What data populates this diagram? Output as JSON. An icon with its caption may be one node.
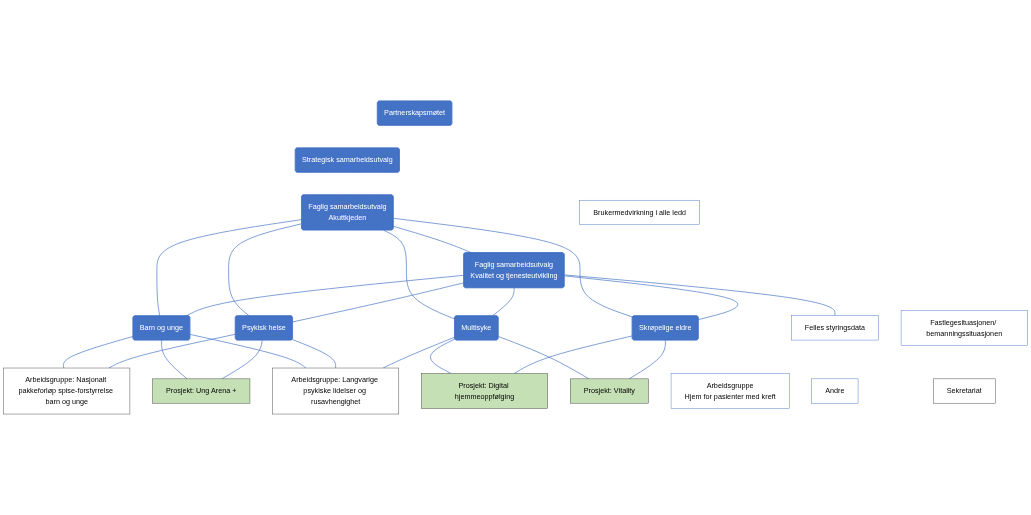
{
  "diagram": {
    "nodes": [
      {
        "text": [
          "Partnerskapsmøtet"
        ]
      },
      {
        "text": [
          "Strategisk samarbeidsutvalg"
        ]
      },
      {
        "text": [
          "Brukermedvirkning i alle ledd"
        ]
      },
      {
        "text": [
          "Faglig samarbeidsutvalg",
          "Akuttkjeden"
        ]
      },
      {
        "text": [
          "Faglig samarbeidsutvalg",
          "Kvalitet og tjenesteutvikling"
        ]
      },
      {
        "text": [
          "Barn og unge"
        ]
      },
      {
        "text": [
          "Psykisk helse"
        ]
      },
      {
        "text": [
          "Multisyke"
        ]
      },
      {
        "text": [
          "Skrøpelige eldre"
        ]
      },
      {
        "text": [
          "Fastlegesituasjonen/ bemanningssituasjonen"
        ]
      },
      {
        "text": [
          "Arbeidsgruppe: Nasjonalt pakkeforløp spise-forstyrrelse barn og unge"
        ]
      },
      {
        "text": [
          "Arbeidsgruppe: Langvarige psykiske lidelser og rusavhengighet"
        ]
      },
      {
        "text": [
          "Prosjekt: Vitality"
        ]
      },
      {
        "text": [
          "Felles styringsdata"
        ]
      },
      {
        "text": [
          "Prosjekt: Ung Arena +"
        ]
      },
      {
        "text": [
          "Arbeidsgruppe",
          "Hjem for pasienter med kreft"
        ]
      },
      {
        "text": [
          "Andre"
        ]
      },
      {
        "text": [
          "Prosjekt: Digital hjemmeoppfølging"
        ]
      },
      {
        "text": [
          "Sekretariat"
        ]
      }
    ],
    "edges": [
      {
        "from": 3,
        "to": 4,
        "arrow": "none"
      },
      {
        "from": 3,
        "to": 5,
        "arrow": "none"
      },
      {
        "from": 3,
        "to": 6,
        "arrow": "none"
      },
      {
        "from": 3,
        "to": 7,
        "arrow": "none"
      },
      {
        "from": 3,
        "to": 8,
        "arrow": "none"
      },
      {
        "from": 4,
        "to": 5,
        "arrow": "none"
      },
      {
        "from": 4,
        "to": 6,
        "arrow": "none"
      },
      {
        "from": 4,
        "to": 7,
        "arrow": "none"
      },
      {
        "from": 4,
        "to": 8,
        "arrow": "none"
      },
      {
        "from": 4,
        "to": 13,
        "arrow": "none"
      },
      {
        "from": 5,
        "to": 10,
        "arrow": "none"
      },
      {
        "from": 5,
        "to": 14,
        "arrow": "none"
      },
      {
        "from": 5,
        "to": 11,
        "arrow": "none"
      },
      {
        "from": 6,
        "to": 10,
        "arrow": "none"
      },
      {
        "from": 6,
        "to": 14,
        "arrow": "none"
      },
      {
        "from": 6,
        "to": 11,
        "arrow": "none"
      },
      {
        "from": 7,
        "to": 11,
        "arrow": "none"
      },
      {
        "from": 7,
        "to": 17,
        "arrow": "none"
      },
      {
        "from": 7,
        "to": 12,
        "arrow": "none"
      },
      {
        "from": 8,
        "to": 17,
        "arrow": "none"
      },
      {
        "from": 8,
        "to": 12,
        "arrow": "none"
      }
    ]
  }
}
